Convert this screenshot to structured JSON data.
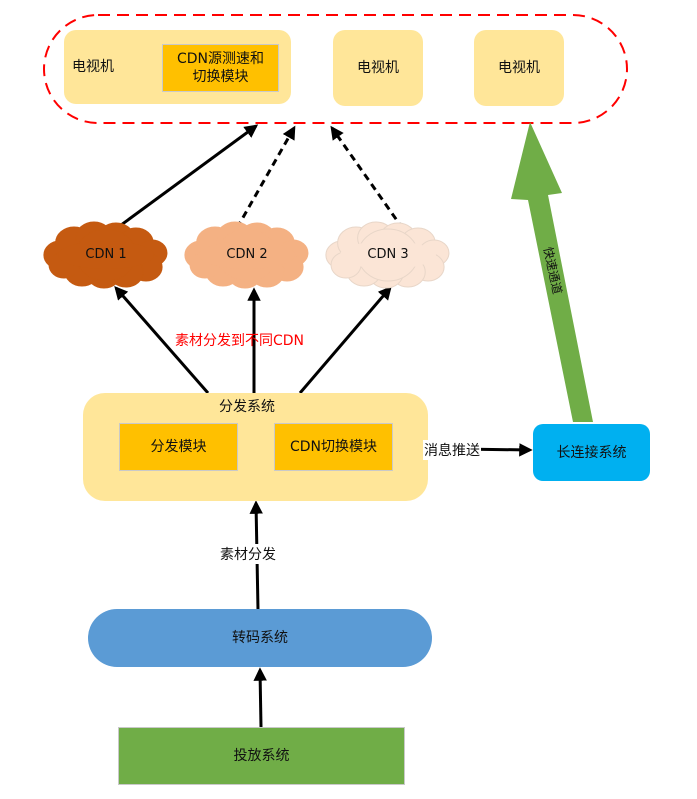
{
  "tv_group": {
    "tv1": {
      "label": "电视机",
      "module_label_line1": "CDN源测速和",
      "module_label_line2": "切换模块"
    },
    "tv2": {
      "label": "电视机"
    },
    "tv3": {
      "label": "电视机"
    }
  },
  "cdns": [
    {
      "label": "CDN 1",
      "color": "#c55a11"
    },
    {
      "label": "CDN 2",
      "color": "#f4b183"
    },
    {
      "label": "CDN 3",
      "color": "#fbe5d6"
    }
  ],
  "edges": {
    "cdn_distribution": "素材分发到不同CDN",
    "material_distribution": "素材分发",
    "message_push": "消息推送",
    "fast_channel": "快速通道"
  },
  "distribution_system": {
    "title": "分发系统",
    "distribution_module": "分发模块",
    "cdn_switch_module": "CDN切换模块"
  },
  "long_connection_system": {
    "label": "长连接系统"
  },
  "transcoding_system": {
    "label": "转码系统"
  },
  "delivery_system": {
    "label": "投放系统"
  },
  "colors": {
    "tv_bg": "#ffe699",
    "module_bg": "#ffc000",
    "dist_bg": "#ffe699",
    "long_conn_bg": "#00b0f0",
    "transcode_bg": "#5b9bd5",
    "delivery_bg": "#70ad47",
    "fast_arrow": "#70ad47",
    "red_dash": "#ff0000",
    "red_text": "#ff0000"
  }
}
